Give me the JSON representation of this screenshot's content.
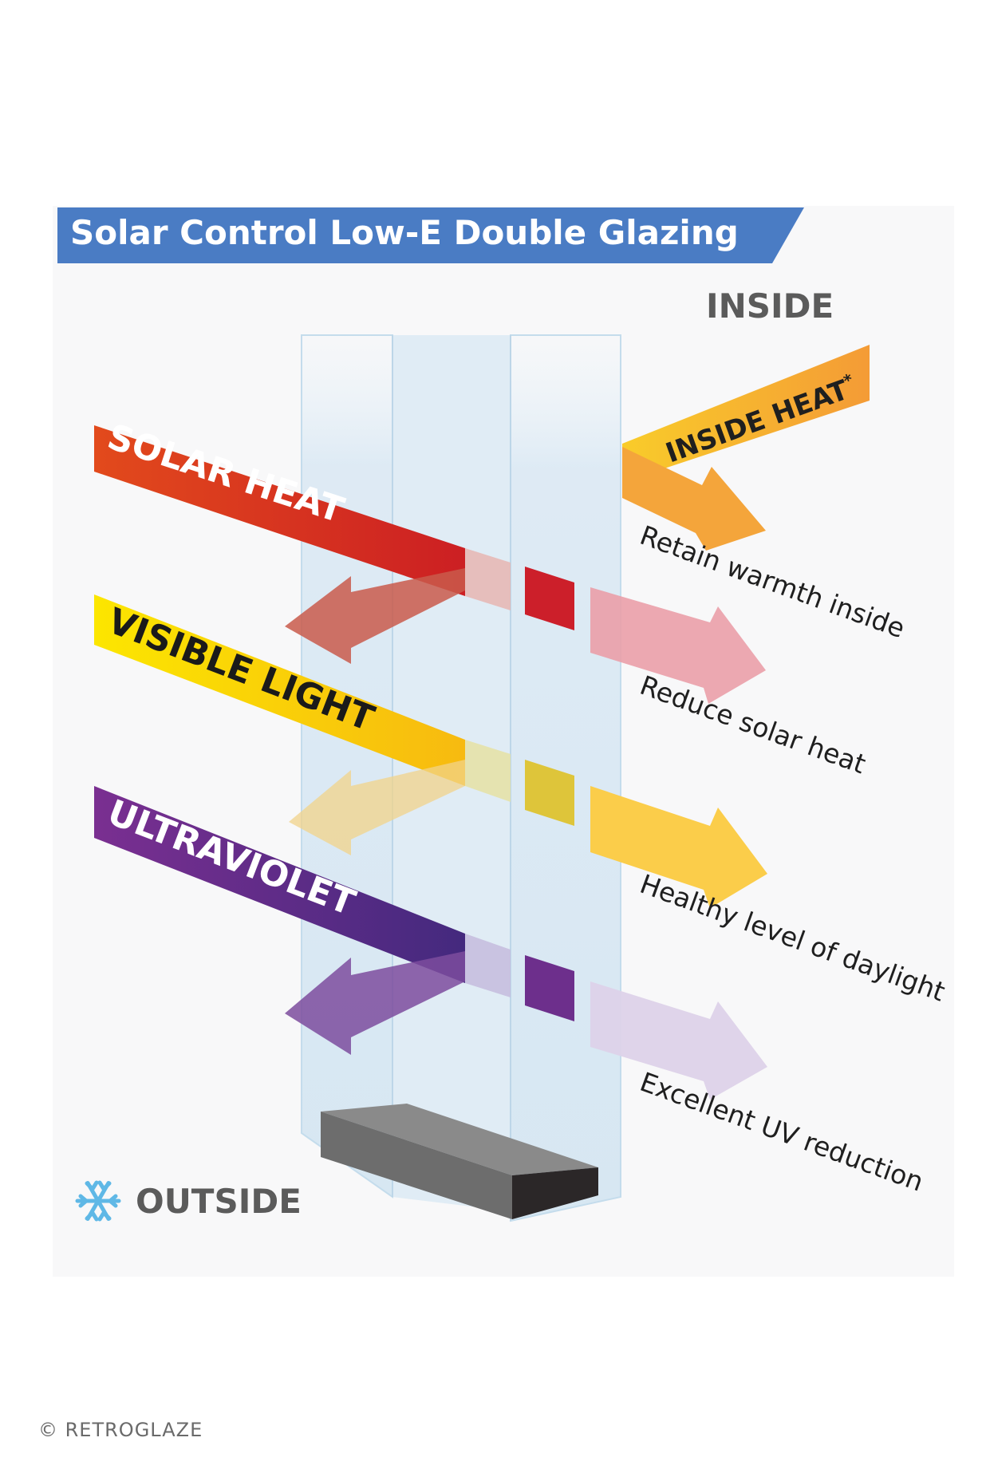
{
  "title": "Solar Control Low-E Double Glazing",
  "labels": {
    "inside": "INSIDE",
    "outside": "OUTSIDE",
    "copyright": "© RETROGLAZE"
  },
  "bands": {
    "solar_heat": "SOLAR HEAT",
    "visible_light": "VISIBLE LIGHT",
    "ultraviolet": "ULTRAVIOLET",
    "inside_heat": "INSIDE HEAT",
    "inside_heat_mark": "*"
  },
  "captions": {
    "retain": "Retain warmth inside",
    "reduce": "Reduce solar heat",
    "healthy": "Healthy level of daylight",
    "uv": "Excellent UV reduction"
  },
  "colors": {
    "title_bar": "#4a7cc4",
    "solar": "#e0421e",
    "visible": "#fbd500",
    "uv": "#6b2c8c",
    "inside_heat": "#f7b125",
    "glass": "#cfe3f2",
    "snowflake": "#5fb8e6"
  },
  "icons": {
    "snowflake": "snowflake-icon"
  }
}
